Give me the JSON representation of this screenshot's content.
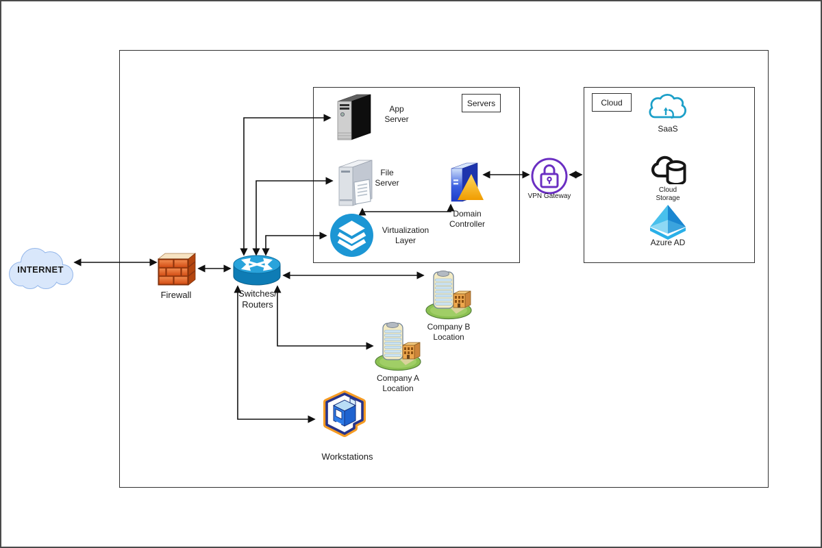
{
  "nodes": {
    "internet": {
      "label": "INTERNET"
    },
    "firewall": {
      "label": "Firewall"
    },
    "switches_routers": {
      "label": "Switches/\nRouters"
    },
    "app_server": {
      "label": "App\nServer"
    },
    "file_server": {
      "label": "File\nServer"
    },
    "virtualization": {
      "label": "Virtualization\nLayer"
    },
    "domain_controller": {
      "label": "Domain\nController"
    },
    "vpn_gateway": {
      "label": "VPN Gateway"
    },
    "saas": {
      "label": "SaaS"
    },
    "cloud_storage": {
      "label": "Cloud\nStorage"
    },
    "azure_ad": {
      "label": "Azure AD"
    },
    "company_b": {
      "label": "Company B\nLocation"
    },
    "company_a": {
      "label": "Company A\nLocation"
    },
    "workstations": {
      "label": "Workstations"
    }
  },
  "groups": {
    "servers": {
      "label": "Servers"
    },
    "cloud": {
      "label": "Cloud"
    }
  },
  "colors": {
    "connector": "#111111",
    "router_blue_top": "#29a3db",
    "router_blue_body": "#0e7cb5",
    "virtualization_blue": "#1c96d4",
    "vpn_purple": "#6a2ec2",
    "saas_cyan": "#1b9fc8",
    "azure_blue_dark": "#1a86d0",
    "azure_blue_light": "#49c0ec",
    "firewall_orange": "#e2602a",
    "workstation_orange": "#f59b23",
    "workstation_navy": "#27348b",
    "internet_cloud_fill": "#d9e7fb",
    "building_cream": "#f3ebc4",
    "lawn_green": "#8cc152"
  }
}
